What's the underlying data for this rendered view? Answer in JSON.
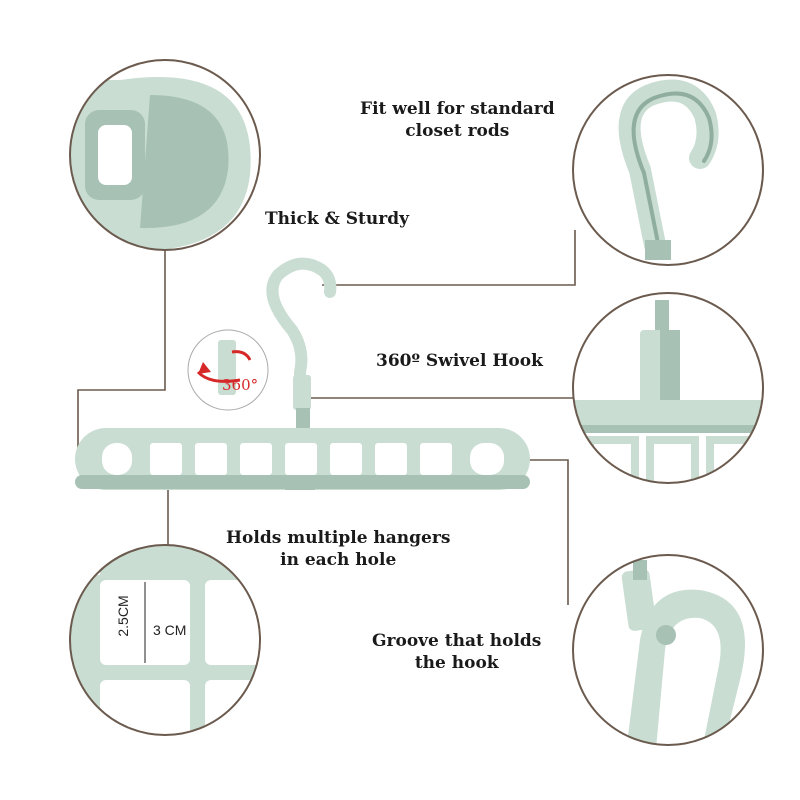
{
  "colors": {
    "plastic": "#c9ddd2",
    "plastic_dark": "#a7c2b4",
    "plastic_shadow": "#8fae9f",
    "line": "#6b5a4e",
    "accent_red": "#d62828"
  },
  "callouts": {
    "thick_sturdy": "Thick & Sturdy",
    "fit_rods_line1": "Fit well for standard",
    "fit_rods_line2": "closet rods",
    "swivel_hook": "360º Swivel Hook",
    "holds_line1": "Holds multiple hangers",
    "holds_line2": "in each hole",
    "groove_line1": "Groove that holds",
    "groove_line2": "the hook"
  },
  "rotation_badge": "360°",
  "dimensions": {
    "height": "2.5CM",
    "width": "3 CM"
  },
  "icons": [
    "rotation-arrow-icon"
  ]
}
